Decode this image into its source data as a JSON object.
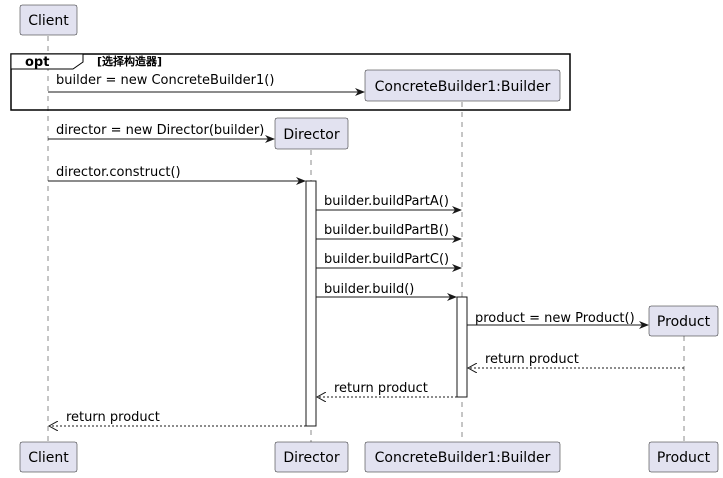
{
  "participants": {
    "client": "Client",
    "director": "Director",
    "builder": "ConcreteBuilder1:Builder",
    "product": "Product"
  },
  "fragment": {
    "keyword": "opt",
    "condition": "[选择构造器]"
  },
  "messages": {
    "m1": "builder = new ConcreteBuilder1()",
    "m2": "director = new Director(builder)",
    "m3": "director.construct()",
    "m4": "builder.buildPartA()",
    "m5": "builder.buildPartB()",
    "m6": "builder.buildPartC()",
    "m7": "builder.build()",
    "m8": "product = new Product()",
    "r1": "return product",
    "r2": "return product",
    "r3": "return product"
  }
}
